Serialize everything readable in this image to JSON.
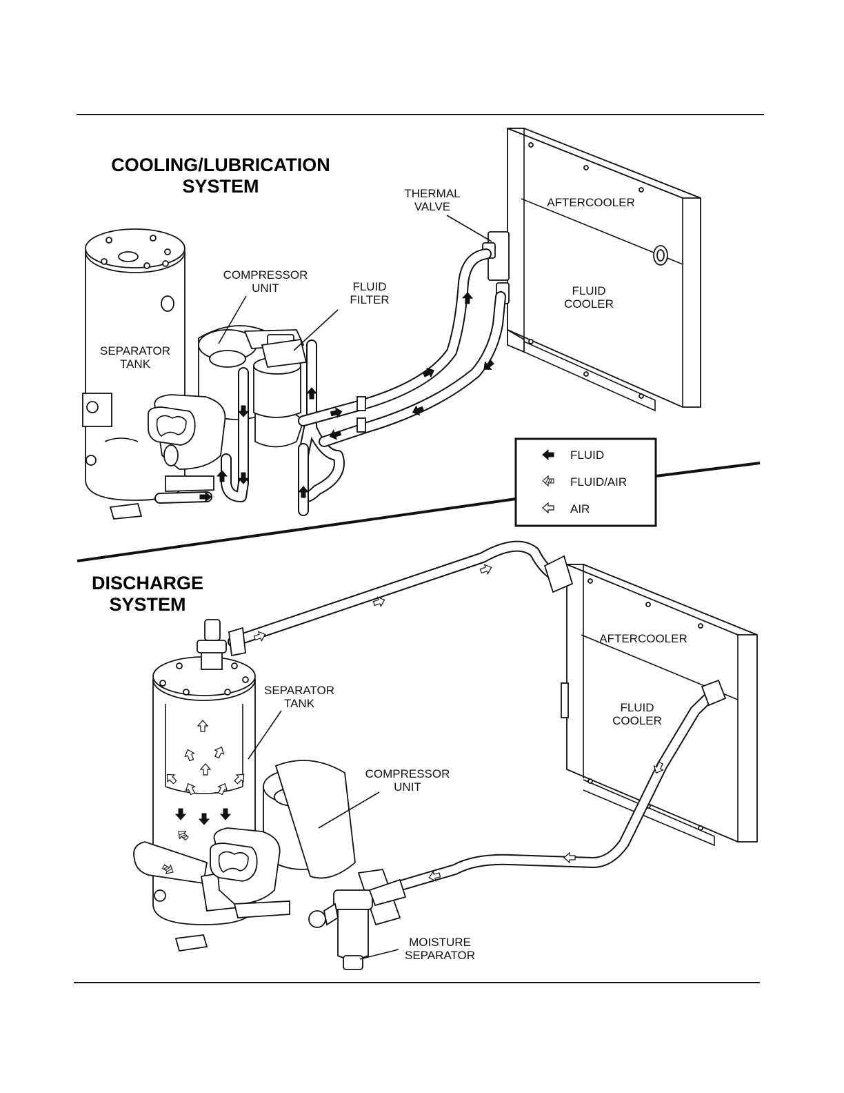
{
  "titles": {
    "cooling_line1": "COOLING/LUBRICATION",
    "cooling_line2": "SYSTEM",
    "discharge_line1": "DISCHARGE",
    "discharge_line2": "SYSTEM"
  },
  "cooling_labels": {
    "thermal_valve_1": "THERMAL",
    "thermal_valve_2": "VALVE",
    "aftercooler": "AFTERCOOLER",
    "compressor_1": "COMPRESSOR",
    "compressor_2": "UNIT",
    "filter_1": "FLUID",
    "filter_2": "FILTER",
    "fluid_cooler_1": "FLUID",
    "fluid_cooler_2": "COOLER",
    "separator_1": "SEPARATOR",
    "separator_2": "TANK"
  },
  "legend": {
    "fluid": "FLUID",
    "fluid_air": "FLUID/AIR",
    "air": "AIR"
  },
  "discharge_labels": {
    "aftercooler": "AFTERCOOLER",
    "separator_1": "SEPARATOR",
    "separator_2": "TANK",
    "fluid_cooler_1": "FLUID",
    "fluid_cooler_2": "COOLER",
    "compressor_1": "COMPRESSOR",
    "compressor_2": "UNIT",
    "moisture_1": "MOISTURE",
    "moisture_2": "SEPARATOR"
  }
}
